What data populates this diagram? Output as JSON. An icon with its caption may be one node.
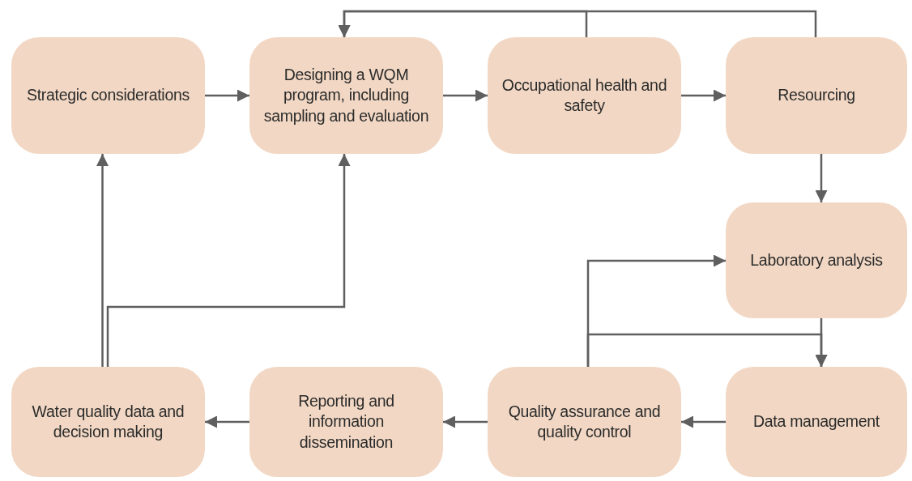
{
  "diagram": {
    "nodes": [
      {
        "text": [
          "Strategic considerations"
        ]
      },
      {
        "text": [
          "Designing a WQM program, including sampling and evaluation"
        ]
      },
      {
        "text": [
          "Occupational health and safety"
        ]
      },
      {
        "text": [
          "Resourcing"
        ]
      },
      {
        "text": [
          "Laboratory analysis"
        ]
      },
      {
        "text": [
          "Water quality data and decision making"
        ]
      },
      {
        "text": [
          "Reporting and information dissemination"
        ]
      },
      {
        "text": [
          "Quality assurance and quality control"
        ]
      },
      {
        "text": [
          "Data management"
        ]
      }
    ],
    "edges": [
      {
        "from": 0,
        "to": 1,
        "arrow": "to"
      },
      {
        "from": 1,
        "to": 2,
        "arrow": "to"
      },
      {
        "from": 2,
        "to": 3,
        "arrow": "to"
      },
      {
        "from": 2,
        "to": 1,
        "arrow": "to"
      },
      {
        "from": 3,
        "to": 1,
        "arrow": "to"
      },
      {
        "from": 3,
        "to": 4,
        "arrow": "to"
      },
      {
        "from": 4,
        "to": 8,
        "arrow": "to"
      },
      {
        "from": 7,
        "to": 4,
        "arrow": "to"
      },
      {
        "from": 7,
        "to": 8,
        "arrow": "to"
      },
      {
        "from": 8,
        "to": 7,
        "arrow": "to"
      },
      {
        "from": 7,
        "to": 6,
        "arrow": "to"
      },
      {
        "from": 6,
        "to": 5,
        "arrow": "to"
      },
      {
        "from": 5,
        "to": 0,
        "arrow": "to"
      },
      {
        "from": 5,
        "to": 1,
        "arrow": "to"
      }
    ]
  }
}
